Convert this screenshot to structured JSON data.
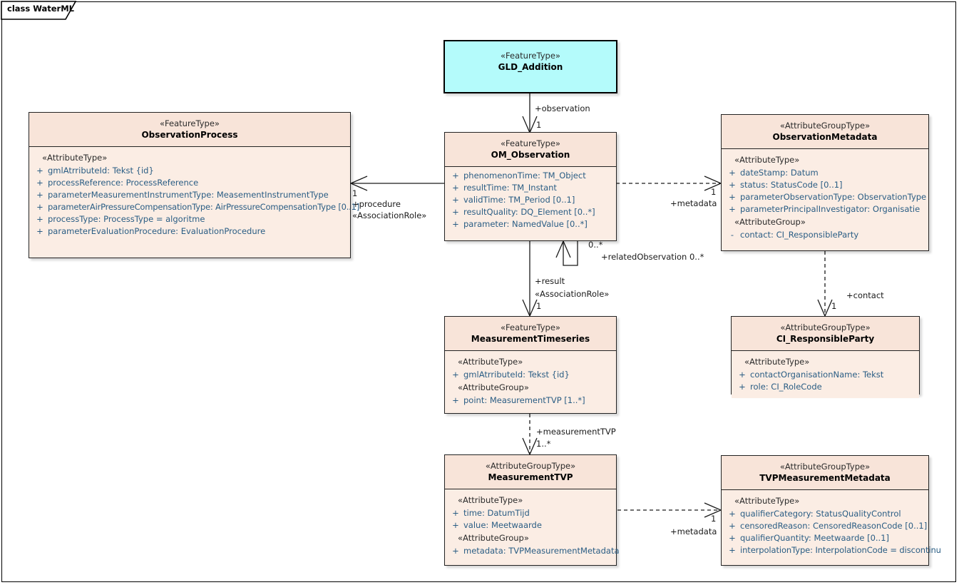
{
  "diagram": {
    "frame_label": "class WaterML",
    "colors": {
      "class_fill": "#FBEDE4",
      "class_header": "#F8E4D9",
      "highlight_fill": "#B4FBFB",
      "border": "#232323",
      "attribute_text": "#2a5d84"
    }
  },
  "classes": {
    "gld_addition": {
      "stereotype": "«FeatureType»",
      "name": "GLD_Addition",
      "groups": []
    },
    "observation_process": {
      "stereotype": "«FeatureType»",
      "name": "ObservationProcess",
      "groups": [
        {
          "label": "«AttributeType»",
          "attributes": [
            {
              "visibility": "+",
              "text": "gmlAtrributeId: Tekst {id}"
            },
            {
              "visibility": "+",
              "text": "processReference: ProcessReference"
            },
            {
              "visibility": "+",
              "text": "parameterMeasurementInstrumentType: MeasementInstrumentType"
            },
            {
              "visibility": "+",
              "text": "parameterAirPressureCompensationType: AirPressureCompensationType [0..1]"
            },
            {
              "visibility": "+",
              "text": "processType: ProcessType = algoritme"
            },
            {
              "visibility": "+",
              "text": "parameterEvaluationProcedure: EvaluationProcedure"
            }
          ]
        }
      ]
    },
    "om_observation": {
      "stereotype": "«FeatureType»",
      "name": "OM_Observation",
      "groups": [
        {
          "label": "",
          "attributes": [
            {
              "visibility": "+",
              "text": "phenomenonTime: TM_Object"
            },
            {
              "visibility": "+",
              "text": "resultTime: TM_Instant"
            },
            {
              "visibility": "+",
              "text": "validTime: TM_Period [0..1]"
            },
            {
              "visibility": "+",
              "text": "resultQuality: DQ_Element [0..*]"
            },
            {
              "visibility": "+",
              "text": "parameter: NamedValue [0..*]"
            }
          ]
        }
      ]
    },
    "observation_metadata": {
      "stereotype": "«AttributeGroupType»",
      "name": "ObservationMetadata",
      "groups": [
        {
          "label": "«AttributeType»",
          "attributes": [
            {
              "visibility": "+",
              "text": "dateStamp: Datum"
            },
            {
              "visibility": "+",
              "text": "status: StatusCode [0..1]"
            },
            {
              "visibility": "+",
              "text": "parameterObservationType: ObservationType"
            },
            {
              "visibility": "+",
              "text": "parameterPrincipalInvestigator: Organisatie"
            }
          ]
        },
        {
          "label": "«AttributeGroup»",
          "attributes": [
            {
              "visibility": "-",
              "text": "contact: CI_ResponsibleParty"
            }
          ]
        }
      ]
    },
    "measurement_timeseries": {
      "stereotype": "«FeatureType»",
      "name": "MeasurementTimeseries",
      "groups": [
        {
          "label": "«AttributeType»",
          "attributes": [
            {
              "visibility": "+",
              "text": "gmlAtrributeId: Tekst {id}"
            }
          ]
        },
        {
          "label": "«AttributeGroup»",
          "attributes": [
            {
              "visibility": "+",
              "text": "point: MeasurementTVP [1..*]"
            }
          ]
        }
      ]
    },
    "ci_responsible_party": {
      "stereotype": "«AttributeGroupType»",
      "name": "CI_ResponsibleParty",
      "groups": [
        {
          "label": "«AttributeType»",
          "attributes": [
            {
              "visibility": "+",
              "text": "contactOrganisationName: Tekst"
            },
            {
              "visibility": "+",
              "text": "role: CI_RoleCode"
            }
          ]
        }
      ]
    },
    "measurement_tvp": {
      "stereotype": "«AttributeGroupType»",
      "name": "MeasurementTVP",
      "groups": [
        {
          "label": "«AttributeType»",
          "attributes": [
            {
              "visibility": "+",
              "text": "time: DatumTijd"
            },
            {
              "visibility": "+",
              "text": "value: Meetwaarde"
            }
          ]
        },
        {
          "label": "«AttributeGroup»",
          "attributes": [
            {
              "visibility": "+",
              "text": "metadata: TVPMeasurementMetadata"
            }
          ]
        }
      ]
    },
    "tvp_measurement_metadata": {
      "stereotype": "«AttributeGroupType»",
      "name": "TVPMeasurementMetadata",
      "groups": [
        {
          "label": "«AttributeType»",
          "attributes": [
            {
              "visibility": "+",
              "text": "qualifierCategory: StatusQualityControl"
            },
            {
              "visibility": "+",
              "text": "censoredReason: CensoredReasonCode [0..1]"
            },
            {
              "visibility": "+",
              "text": "qualifierQuantity: Meetwaarde [0..1]"
            },
            {
              "visibility": "+",
              "text": "interpolationType: InterpolationCode = discontinu"
            }
          ]
        }
      ]
    }
  },
  "connectors": {
    "observation": {
      "role": "+observation",
      "multiplicity": "1"
    },
    "procedure": {
      "multiplicity": "1",
      "role": "+procedure",
      "stereotype": "«AssociationRole»"
    },
    "metadata_observation": {
      "multiplicity": "1",
      "role": "+metadata"
    },
    "related_observation": {
      "source_multiplicity": "0..*",
      "role": "+relatedObservation 0..*"
    },
    "result": {
      "role": "+result",
      "stereotype": "«AssociationRole»",
      "multiplicity": "1"
    },
    "contact": {
      "role": "+contact",
      "multiplicity": "1"
    },
    "measurement_tvp_link": {
      "role": "+measurementTVP",
      "multiplicity": "1..*"
    },
    "metadata_tvp": {
      "multiplicity": "1",
      "role": "+metadata"
    }
  }
}
